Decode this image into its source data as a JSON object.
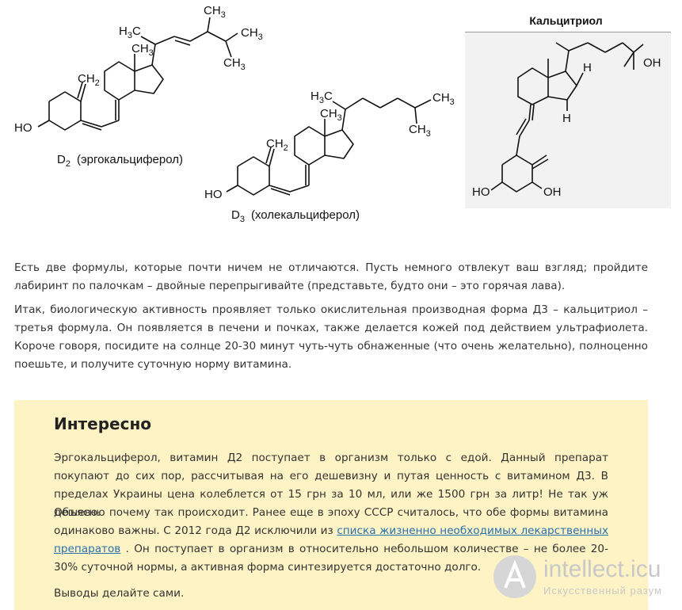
{
  "figure": {
    "d2_caption": "D",
    "d2_caption_sub": "2",
    "d2_caption_name": "(эргокальциферол)",
    "d3_caption": "D",
    "d3_caption_sub": "3",
    "d3_caption_name": "(холекальциферол)",
    "calcitriol_title": "Кальцитриол",
    "labels": {
      "ch3": "CH",
      "h3c": "H",
      "sub3": "3",
      "ch2": "CH",
      "sub2": "2",
      "ho": "HO",
      "oh": "OH",
      "h": "H"
    }
  },
  "text": {
    "p1": "Есть две формулы, которые почти ничем не отличаются. Пусть немного отвлекут ваш взгляд; пройдите лабиринт по палочкам – двойные перепрыгивайте (представьте, будто они – это горячая лава).",
    "p2": "Итак, биологическую активность проявляет только окислительная производная форма Д3 – кальцитриол – третья формула. Он появляется в печени и почках, также делается кожей под действием ультрафиолета. Короче говоря, посидите на солнце 20-30 минут чуть-чуть обнаженные (что очень желательно), полноценно поешьте, и получите суточную норму витамина."
  },
  "callout": {
    "title": "Интересно",
    "p1": "Эргокальциферол, витамин Д2 поступает в организм только с едой. Данный препарат покупают до сих пор, рассчитывая на его дешевизну и путая ценность с витамином Д3. В пределах Украины цена колеблется от 15 грн за 10 мл, или же 1500 грн за литр! Не так уж дешево.",
    "p2_before": "Объясню почему так происходит. Ранее еще в эпоху СССР считалось, что обе формы витамина одинаково важны. С 2012 года Д2 исключили из ",
    "p2_link": "списка жизненно необходимых лекарственных препаратов",
    "p2_after": " . Он поступает в организм в относительно небольшом количестве – не более 20-30% суточной нормы, а активная форма синтезируется достаточно долго.",
    "p3": "Выводы делайте сами."
  },
  "watermark": {
    "brand": "intellect.icu",
    "tagline": "Искусственный разум"
  },
  "colors": {
    "callout_bg": "#fdf3c4",
    "link": "#2a6fb0",
    "text": "#333333"
  }
}
